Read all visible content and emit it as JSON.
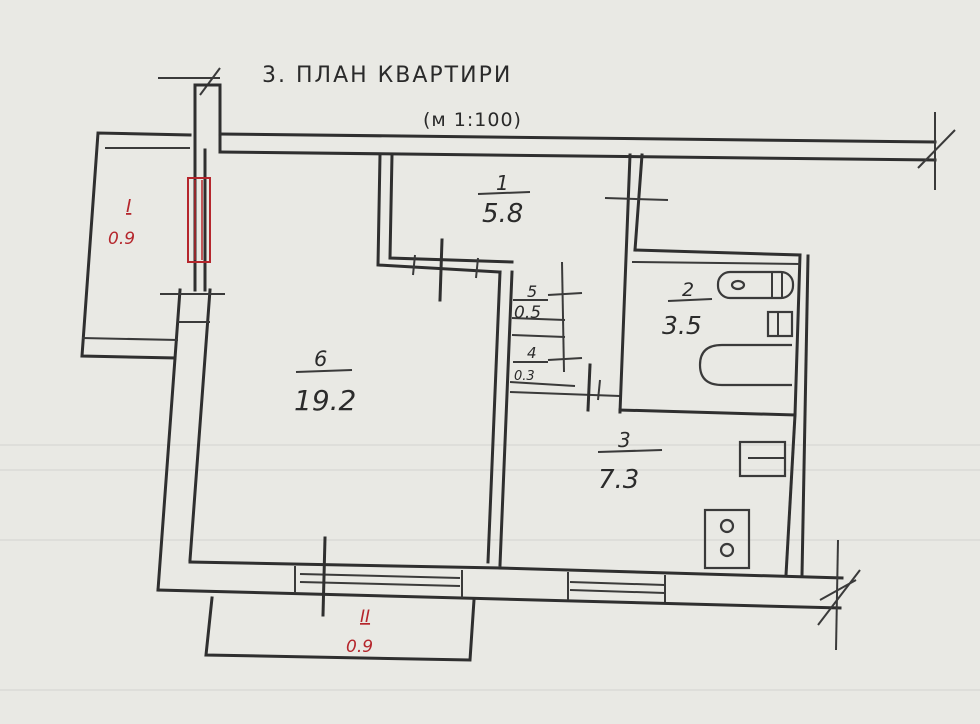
{
  "plan": {
    "title": "3. ПЛАН КВАРТИРИ",
    "scale": "(м   1:100)"
  },
  "rooms": [
    {
      "id": "room-1",
      "number": "1",
      "area": "5.8"
    },
    {
      "id": "room-2",
      "number": "2",
      "area": "3.5"
    },
    {
      "id": "room-3",
      "number": "3",
      "area": "7.3"
    },
    {
      "id": "room-4",
      "number": "4",
      "area": "0.3"
    },
    {
      "id": "room-5",
      "number": "5",
      "area": "0.5"
    },
    {
      "id": "room-6",
      "number": "6",
      "area": "19.2"
    }
  ],
  "balconies": [
    {
      "id": "balcony-i",
      "number": "I",
      "area": "0.9",
      "color": "#b5262c"
    },
    {
      "id": "balcony-ii",
      "number": "II",
      "area": "0.9",
      "color": "#b5262c"
    }
  ],
  "colors": {
    "background": "#e9e9e4",
    "ink": "#2f2f2f",
    "annotation_red": "#b5262c"
  }
}
